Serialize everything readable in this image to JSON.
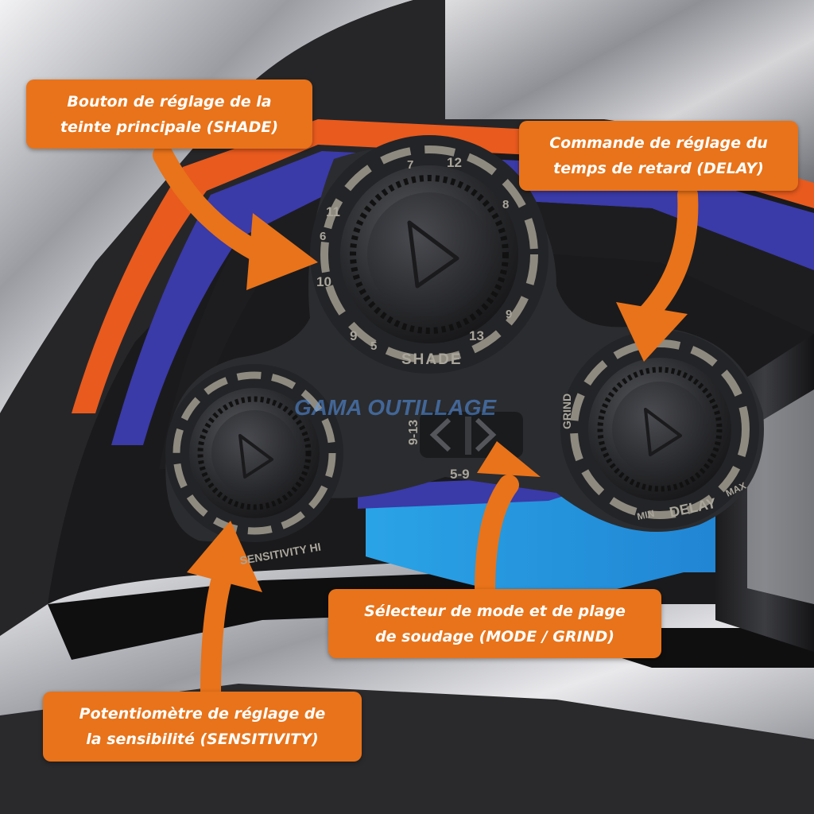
{
  "photo": {
    "subject": "welding helmet control panel",
    "colors": {
      "accent": "#e8731a",
      "panel": "#2b2c2f",
      "stripe_blue": "#3a3aa8",
      "stripe_orange": "#e85a1e"
    }
  },
  "dials": {
    "shade": {
      "label": "SHADE",
      "numbers": [
        "7",
        "12",
        "8",
        "11",
        "6",
        "10",
        "9",
        "5",
        "13",
        "9"
      ]
    },
    "sensitivity": {
      "label": "SENSITIVITY HI"
    },
    "delay": {
      "label_min": "MIN",
      "label": "DELAY",
      "label_max": "MAX"
    },
    "mode_switch": {
      "left": "9-13",
      "bottom": "5-9",
      "right": "GRIND"
    }
  },
  "watermark": "GAMA OUTILLAGE",
  "callouts": {
    "shade": {
      "line1": "Bouton de réglage de la",
      "line2": "teinte principale (SHADE)"
    },
    "delay": {
      "line1": "Commande de réglage du",
      "line2": "temps de retard (DELAY)"
    },
    "mode": {
      "line1": "Sélecteur de mode et de plage",
      "line2": "de soudage (MODE / GRIND)"
    },
    "sensitivity": {
      "line1": "Potentiomètre de réglage de",
      "line2": "la sensibilité (SENSITIVITY)"
    }
  }
}
